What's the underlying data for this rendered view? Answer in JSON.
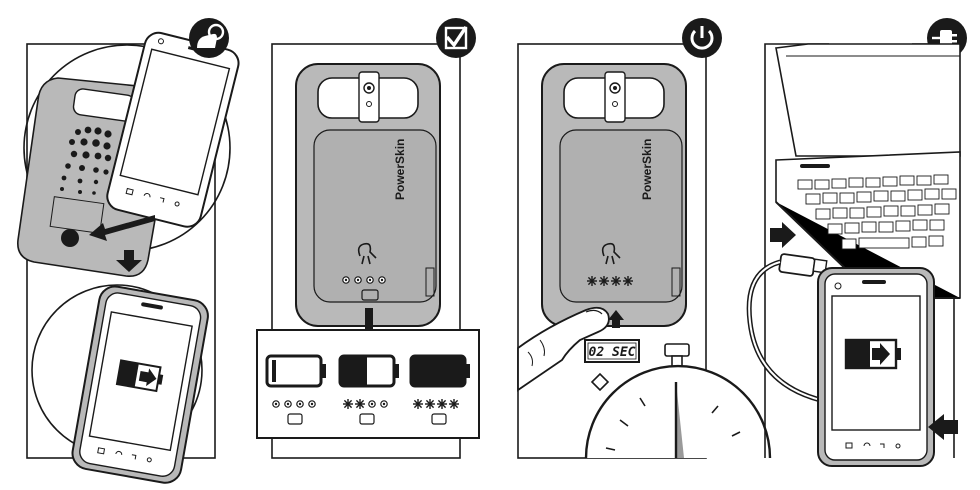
{
  "panels": [
    {
      "id": "install",
      "icon": "finger-tap-icon"
    },
    {
      "id": "check",
      "icon": "checkmark-icon"
    },
    {
      "id": "power",
      "icon": "power-icon"
    },
    {
      "id": "charge",
      "icon": "plug-icon"
    }
  ],
  "brand_text": "PowerSkin",
  "timer_text": "02 SEC",
  "battery_levels": [
    0,
    0.5,
    1.0
  ],
  "colors": {
    "case": "#b9b9b9",
    "dark": "#1a1a1a",
    "light": "#e6e6e6"
  }
}
